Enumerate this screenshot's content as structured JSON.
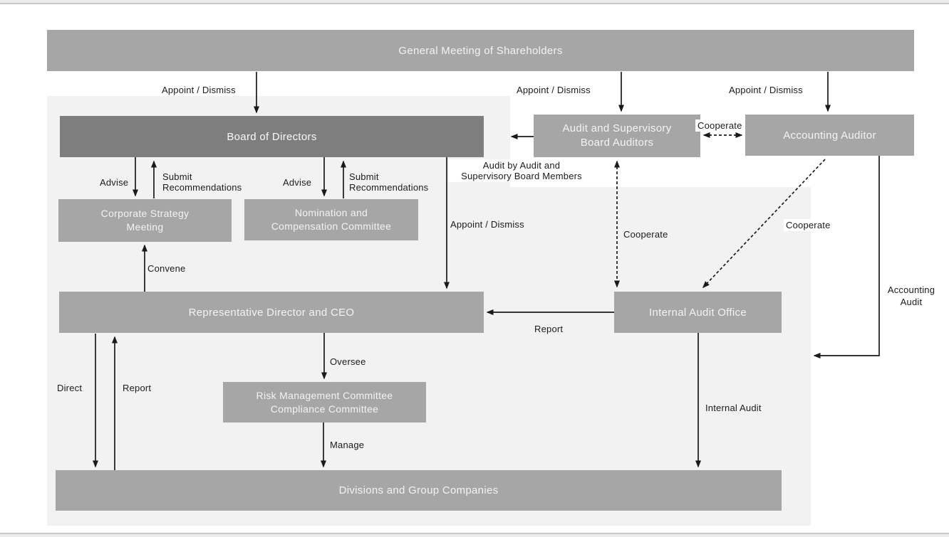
{
  "diagram": {
    "kind": "corporate-governance-structure",
    "colors": {
      "node_fill": "#a6a6a6",
      "node_fill_dark": "#7e7e7e",
      "node_text": "#f3f3f3",
      "panel_fill": "#f2f2f2",
      "edge_color": "#1a1a1a",
      "label_text": "#1b1b1b",
      "page_border": "#c9c9c9"
    },
    "nodes": {
      "general_meeting": {
        "label": "General Meeting of Shareholders"
      },
      "board_of_directors": {
        "label": "Board of Directors"
      },
      "audit_supervisory": {
        "label": "Audit and Supervisory\nBoard Auditors"
      },
      "accounting_auditor": {
        "label": "Accounting Auditor"
      },
      "corporate_strategy": {
        "label": "Corporate Strategy\nMeeting"
      },
      "nomination_compensation": {
        "label": "Nomination and\nCompensation Committee"
      },
      "representative_director": {
        "label": "Representative Director and CEO"
      },
      "internal_audit_office": {
        "label": "Internal Audit Office"
      },
      "risk_compliance": {
        "label": "Risk Management Committee\nCompliance Committee"
      },
      "divisions": {
        "label": "Divisions and Group Companies"
      }
    },
    "edge_labels": {
      "appoint_dismiss_board": "Appoint / Dismiss",
      "appoint_dismiss_audit": "Appoint / Dismiss",
      "appoint_dismiss_accounting": "Appoint / Dismiss",
      "advise_left": "Advise",
      "submit_recommendations_left": "Submit\nRecommendations",
      "advise_right": "Advise",
      "submit_recommendations_right": "Submit\nRecommendations",
      "audit_by_members": "Audit by Audit and\nSupervisory Board Members",
      "cooperate_top": "Cooperate",
      "appoint_dismiss_ceo": "Appoint / Dismiss",
      "cooperate_vertical": "Cooperate",
      "cooperate_diagonal": "Cooperate",
      "convene": "Convene",
      "report_to_ceo": "Report",
      "direct": "Direct",
      "report_up": "Report",
      "oversee": "Oversee",
      "manage": "Manage",
      "internal_audit": "Internal Audit",
      "accounting_audit": "Accounting\nAudit"
    },
    "edges": [
      {
        "from": "general_meeting",
        "to": "board_of_directors",
        "label": "Appoint / Dismiss",
        "style": "solid"
      },
      {
        "from": "general_meeting",
        "to": "audit_supervisory",
        "label": "Appoint / Dismiss",
        "style": "solid"
      },
      {
        "from": "general_meeting",
        "to": "accounting_auditor",
        "label": "Appoint / Dismiss",
        "style": "solid"
      },
      {
        "from": "board_of_directors",
        "to": "corporate_strategy",
        "label": "Advise",
        "style": "solid"
      },
      {
        "from": "corporate_strategy",
        "to": "board_of_directors",
        "label": "Submit Recommendations",
        "style": "solid"
      },
      {
        "from": "board_of_directors",
        "to": "nomination_compensation",
        "label": "Advise",
        "style": "solid"
      },
      {
        "from": "nomination_compensation",
        "to": "board_of_directors",
        "label": "Submit Recommendations",
        "style": "solid"
      },
      {
        "from": "audit_supervisory",
        "to": "board_of_directors",
        "label": "Audit by Audit and Supervisory Board Members",
        "style": "solid"
      },
      {
        "from": "audit_supervisory",
        "to": "accounting_auditor",
        "label": "Cooperate",
        "style": "dashed-both"
      },
      {
        "from": "board_of_directors",
        "to": "representative_director",
        "label": "Appoint / Dismiss",
        "style": "solid"
      },
      {
        "from": "audit_supervisory",
        "to": "internal_audit_office",
        "label": "Cooperate",
        "style": "dashed-both"
      },
      {
        "from": "accounting_auditor",
        "to": "internal_audit_office",
        "label": "Cooperate",
        "style": "dashed"
      },
      {
        "from": "representative_director",
        "to": "corporate_strategy",
        "label": "Convene",
        "style": "solid"
      },
      {
        "from": "internal_audit_office",
        "to": "representative_director",
        "label": "Report",
        "style": "solid"
      },
      {
        "from": "representative_director",
        "to": "divisions",
        "label": "Direct",
        "style": "solid"
      },
      {
        "from": "divisions",
        "to": "representative_director",
        "label": "Report",
        "style": "solid"
      },
      {
        "from": "representative_director",
        "to": "risk_compliance",
        "label": "Oversee",
        "style": "solid"
      },
      {
        "from": "risk_compliance",
        "to": "divisions",
        "label": "Manage",
        "style": "solid"
      },
      {
        "from": "internal_audit_office",
        "to": "divisions",
        "label": "Internal Audit",
        "style": "solid"
      },
      {
        "from": "accounting_auditor",
        "to": "divisions_panel",
        "label": "Accounting Audit",
        "style": "solid-elbow"
      }
    ]
  }
}
